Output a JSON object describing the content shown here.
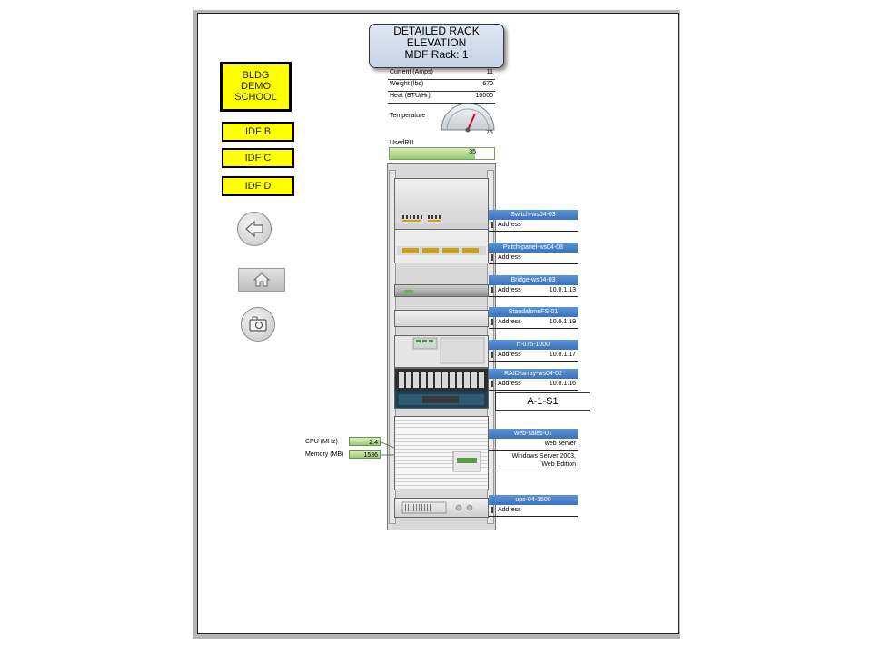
{
  "title": {
    "line1": "DETAILED RACK",
    "line2": "ELEVATION",
    "line3": "MDF  Rack: 1"
  },
  "nav": {
    "building": {
      "line1": "BLDG",
      "line2": "DEMO",
      "line3": "SCHOOL"
    },
    "idfs": [
      "IDF B",
      "IDF C",
      "IDF D"
    ],
    "icons": [
      "back-arrow-icon",
      "home-icon",
      "camera-icon"
    ]
  },
  "stats": [
    {
      "label": "Current (Amps)",
      "value": "11"
    },
    {
      "label": "Weight (lbs)",
      "value": "670"
    },
    {
      "label": "Heat (BTU/Hr)",
      "value": "10000"
    }
  ],
  "temperature": {
    "label": "Temperature",
    "value": "76"
  },
  "used_ru": {
    "label": "UsedRU",
    "value": "35",
    "fraction": 0.82
  },
  "devices": [
    {
      "name": "Switch-ws04-03",
      "address_label": "Address",
      "address": ""
    },
    {
      "name": "Patch-panel-ws04-03",
      "address_label": "Address",
      "address": ""
    },
    {
      "name": "Bridge-ws04-03",
      "address_label": "Address",
      "address": "10.0.1.13"
    },
    {
      "name": "StandaloneFS-01",
      "address_label": "Address",
      "address": "10.0.1.19"
    },
    {
      "name": "rt-075-1000",
      "address_label": "Address",
      "address": "10.0.1.17"
    },
    {
      "name": "RAID-array-ws04-02",
      "address_label": "Address",
      "address": "10.0.1.16"
    },
    {
      "name": "web-sales-01",
      "role": "web server",
      "os": "Windows Server 2003, Web Edition"
    },
    {
      "name": "ups-04-1500",
      "address_label": "Address",
      "address": ""
    }
  ],
  "location_label": "A-1-S1",
  "server_metrics": [
    {
      "label": "CPU (MHz)",
      "value": "2.4"
    },
    {
      "label": "Memory (MB)",
      "value": "1536"
    }
  ],
  "colors": {
    "yellow": "#ffff00",
    "label_blue": "#3a72bd",
    "green": "#98c86a"
  }
}
